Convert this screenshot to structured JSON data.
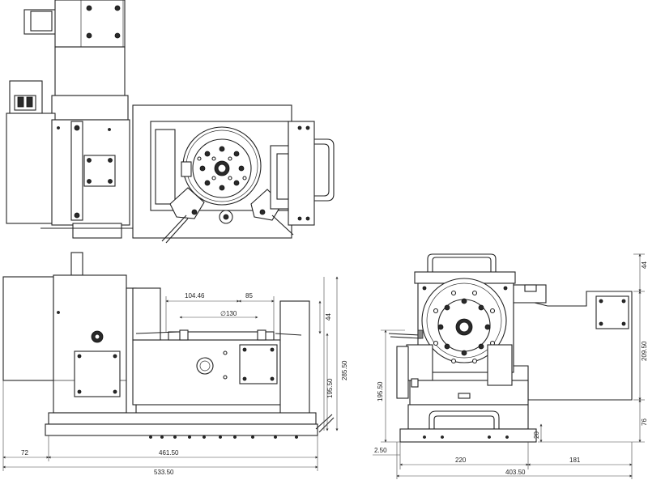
{
  "dimensions": {
    "top_width_a": "104.46",
    "top_width_b": "85",
    "bore_diameter": "∅130",
    "side_44": "44",
    "side_285": "285.50",
    "side_195": "195.50",
    "front_72": "72",
    "front_461": "461.50",
    "front_533": "533.50",
    "right_44": "44",
    "right_209": "209.50",
    "right_76": "76",
    "right_195": "195.50",
    "right_20": "20",
    "right_2_50": "2.50",
    "right_220": "220",
    "right_181": "181",
    "right_403": "403.50"
  }
}
